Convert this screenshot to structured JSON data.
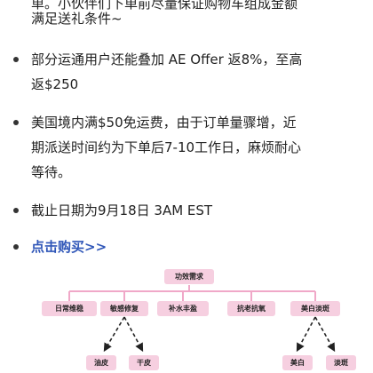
{
  "article": {
    "partial_top_line": "单。小伙伴们下单前尽量保证购物车组成金额",
    "bullets": [
      {
        "lines": [
          "满足送礼条件~"
        ]
      },
      {
        "lines": [
          "部分运通用户还能叠加 AE Offer 返8%，至高",
          "返$250"
        ]
      },
      {
        "lines": [
          "美国境内满$50免运费，由于订单量骤增，近",
          "期派送时间约为下单后7-10工作日，麻烦耐心",
          "等待。"
        ]
      },
      {
        "lines": [
          "截止日期为9月18日 3AM EST"
        ]
      }
    ],
    "buy_link": "点击购买>>"
  },
  "diagram": {
    "top": "功效需求",
    "mid": [
      "日常维稳",
      "敏感修复",
      "补水丰盈",
      "抗老抗氧",
      "美白淡斑"
    ],
    "bottom": [
      "油皮",
      "干皮",
      "美白",
      "淡斑"
    ]
  },
  "colors": {
    "node_fill": "#f6cfe0",
    "link": "#2f56b8",
    "connector": "#f0a8c8"
  }
}
